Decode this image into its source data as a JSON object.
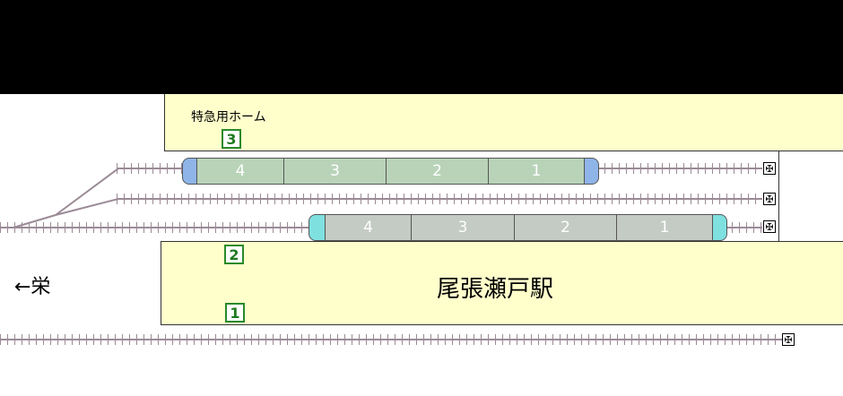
{
  "station": {
    "name": "尾張瀬戸駅",
    "direction": "←栄"
  },
  "limited_express_platform_label": "特急用ホーム",
  "platform_numbers": [
    "3",
    "2",
    "1"
  ],
  "upper_train": {
    "cars": [
      "4",
      "3",
      "2",
      "1"
    ]
  },
  "lower_train": {
    "cars": [
      "4",
      "3",
      "2",
      "1"
    ]
  },
  "buffer_stop_symbol": "✠",
  "colors": {
    "platform": "#ffffcc",
    "upper_train_car": "#b9d3b9",
    "upper_train_cab": "#8fb4e8",
    "lower_train_car": "#c4cbc4",
    "lower_train_cab": "#7fe0e0",
    "track": "#9b8a96",
    "platform_number": "#1f7a1f"
  }
}
